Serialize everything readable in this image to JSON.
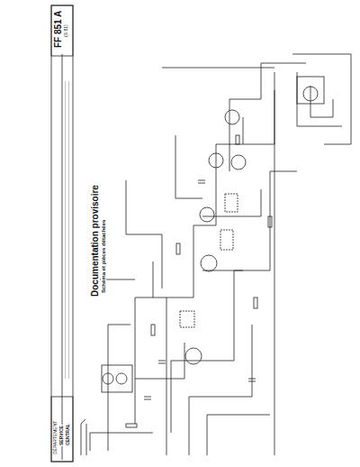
{
  "diagram": {
    "title": "Documentation provisoire",
    "labels": [
      "Schéma et pièces détachées",
      "FF 851 A",
      "(S 81)",
      "DÉPARTEMENT",
      "SERVICE",
      "CENTRAL"
    ]
  }
}
